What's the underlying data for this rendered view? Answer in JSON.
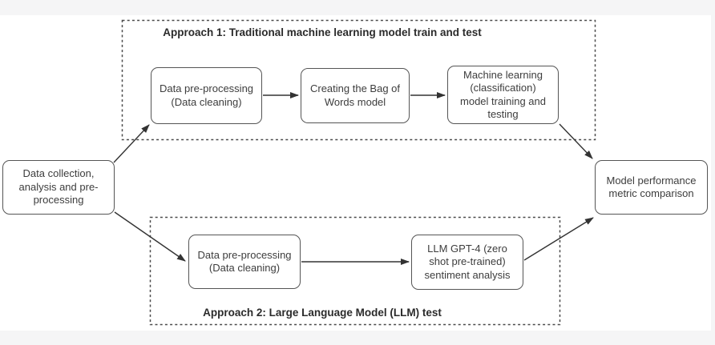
{
  "page": {
    "background_color": "#f5f5f6",
    "canvas_color": "#ffffff"
  },
  "diagram": {
    "groups": {
      "approach1": {
        "title": "Approach 1: Traditional machine learning model train and test"
      },
      "approach2": {
        "title": "Approach 2: Large Language Model (LLM) test"
      }
    },
    "nodes": {
      "data_collection": {
        "label": "Data collection,\nanalysis and pre-\nprocessing"
      },
      "a1_preprocessing": {
        "label": "Data pre-processing\n(Data cleaning)"
      },
      "a1_bag_of_words": {
        "label": "Creating the Bag of\nWords model"
      },
      "a1_ml_training": {
        "label": "Machine learning\n(classification)\nmodel training and\ntesting"
      },
      "a2_preprocessing": {
        "label": "Data pre-processing\n(Data cleaning)"
      },
      "a2_llm_gpt4": {
        "label": "LLM GPT-4 (zero\nshot pre-trained)\nsentiment analysis"
      },
      "metric_comparison": {
        "label": "Model performance\nmetric comparison"
      }
    },
    "edges": [
      {
        "from": "data_collection",
        "to": "a1_preprocessing"
      },
      {
        "from": "data_collection",
        "to": "a2_preprocessing"
      },
      {
        "from": "a1_preprocessing",
        "to": "a1_bag_of_words"
      },
      {
        "from": "a1_bag_of_words",
        "to": "a1_ml_training"
      },
      {
        "from": "a1_ml_training",
        "to": "metric_comparison"
      },
      {
        "from": "a2_preprocessing",
        "to": "a2_llm_gpt4"
      },
      {
        "from": "a2_llm_gpt4",
        "to": "metric_comparison"
      }
    ],
    "colors": {
      "node_border": "#555555",
      "node_text": "#3d3d3d",
      "arrow": "#333333",
      "dashed_border": "#4a4a4a"
    }
  }
}
